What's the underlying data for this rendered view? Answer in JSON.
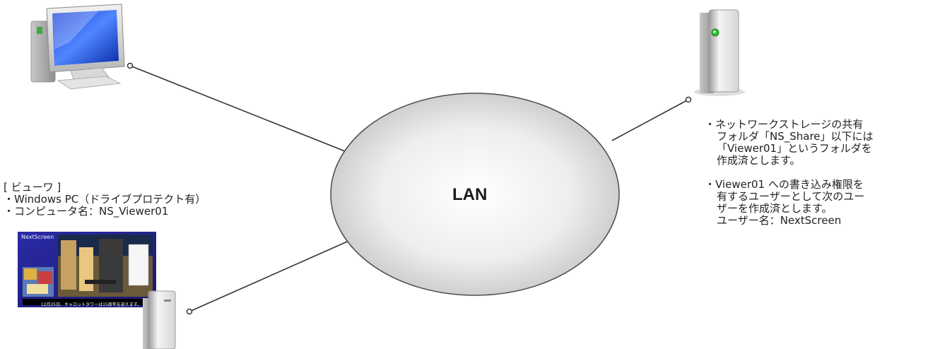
{
  "lan": {
    "label": "LAN"
  },
  "viewer": {
    "lines": [
      "[ ビューワ ]",
      "・Windows PC（ドライブプロテクト有）",
      "・コンピュータ名：NS_Viewer01"
    ],
    "screen": {
      "brand": "NextScreen",
      "ticker": "12月25日、キャロットタワーは15周年を迎えます。"
    }
  },
  "storage": {
    "note1": [
      "・ネットワークストレージの共有",
      "フォルダ「NS_Share」以下には",
      "「Viewer01」というフォルダを",
      "作成済とします。"
    ],
    "note2": [
      "・Viewer01 への書き込み権限を",
      "有するユーザーとして次のユー",
      "ザーを作成済とします。",
      "ユーザー名：NextScreen"
    ]
  },
  "icons": {
    "pc": "desktop-computer-icon",
    "storage": "network-storage-icon",
    "viewer-device": "viewer-box-icon"
  }
}
